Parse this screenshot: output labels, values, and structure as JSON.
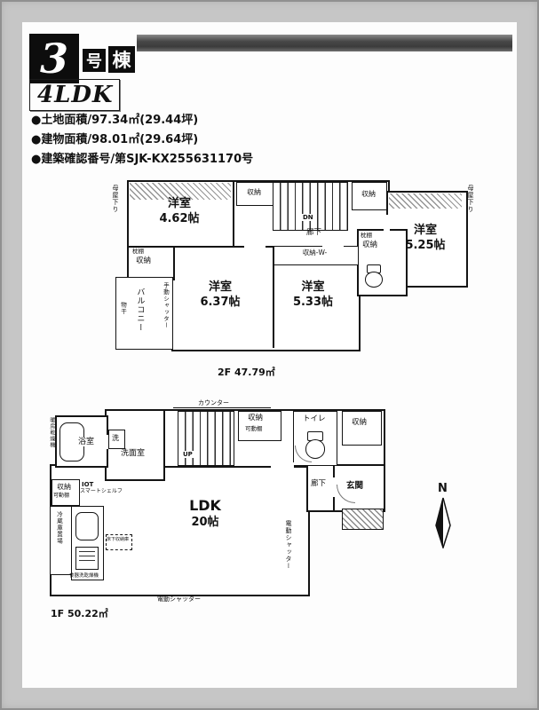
{
  "header": {
    "number": "3",
    "suffix1": "号",
    "suffix2": "棟",
    "plan_type": "4LDK"
  },
  "property": {
    "land_area": "●土地面積/97.34㎡(29.44坪)",
    "building_area": "●建物面積/98.01㎡(29.64坪)",
    "confirmation_no": "●建築確認番号/第SJK-KX255631170号"
  },
  "floor2f": {
    "floor_area": "2F 47.79㎡",
    "rooms": [
      {
        "name": "洋室",
        "size": "4.62帖"
      },
      {
        "name": "洋室",
        "size": "6.37帖"
      },
      {
        "name": "洋室",
        "size": "5.33帖"
      },
      {
        "name": "洋室",
        "size": "5.25帖"
      }
    ],
    "labels": {
      "moya_left": "母屋下り",
      "moya_right": "母屋下り",
      "closet_top1": "収納",
      "closet_top2": "収納",
      "dn": "DN",
      "hallway": "廊下",
      "makura_left": "枕棚",
      "closet_left": "収納",
      "closet_mid": "収納-W-",
      "makura_right": "枕棚",
      "closet_right": "収納",
      "balcony": "バルコニー",
      "monohoshi": "物干",
      "manual_shutter": "手動シャッター"
    }
  },
  "floor1f": {
    "floor_area": "1F 50.22㎡",
    "ldk": {
      "name": "LDK",
      "size": "20帖"
    },
    "labels": {
      "counter": "カウンター",
      "bath": "浴室",
      "bath_dryer": "暖房乾燥機",
      "washroom": "洗面室",
      "washer": "洗",
      "up": "UP",
      "closet_stair": "収納",
      "shelf1": "可動棚",
      "toilet": "トイレ",
      "closet_right": "収納",
      "hallway": "廊下",
      "entrance": "玄関",
      "closet_left": "収納",
      "shelf2": "可動棚",
      "iot_line1": "IOT",
      "iot_line2": "スマートシェルフ",
      "fridge": "冷蔵庫置場",
      "underfloor": "床下収納庫",
      "dishwasher": "食器洗乾燥機",
      "e_shutter_side": "電動シャッター",
      "e_shutter_bottom": "電動シャッター",
      "north": "N"
    }
  }
}
